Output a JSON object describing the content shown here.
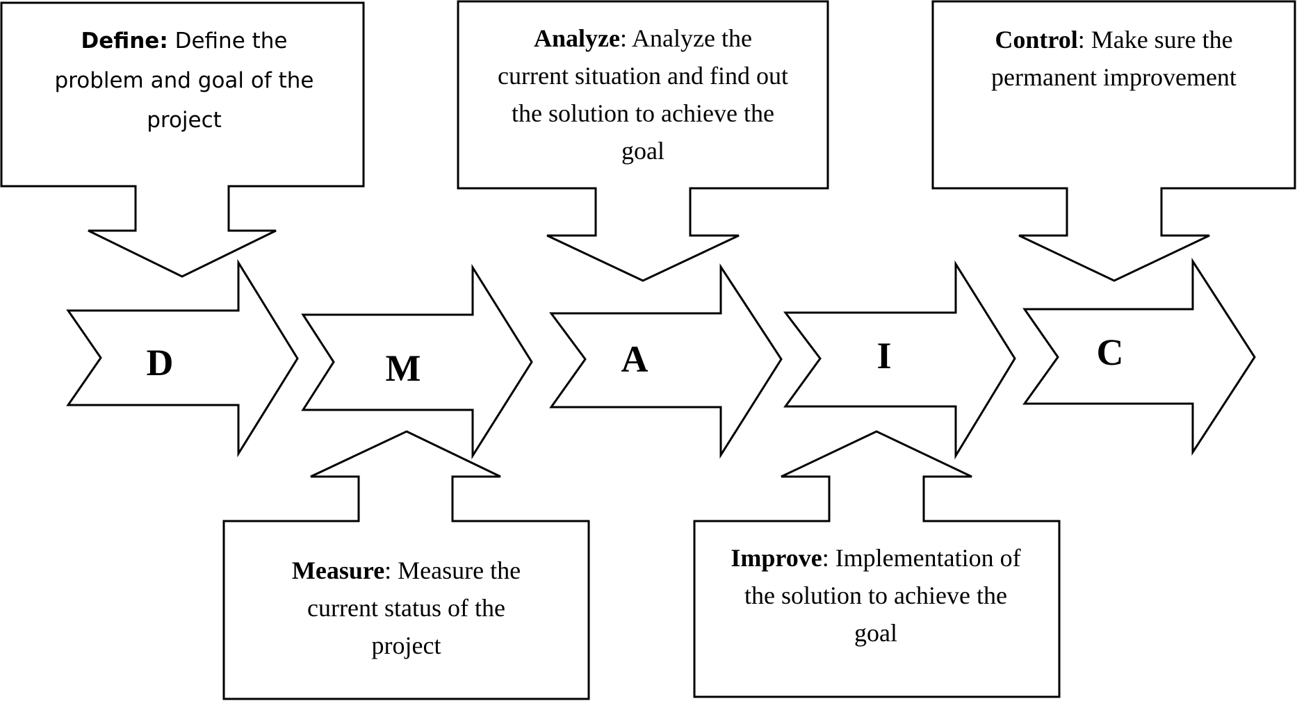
{
  "phases": [
    {
      "letter": "D"
    },
    {
      "letter": "M"
    },
    {
      "letter": "A"
    },
    {
      "letter": "I"
    },
    {
      "letter": "C"
    }
  ],
  "callouts": {
    "define": {
      "term": "Define:",
      "text": " Define the problem and goal of the project"
    },
    "measure": {
      "term": "Measure",
      "text": ": Measure the current status of the project"
    },
    "analyze": {
      "term": "Analyze",
      "text": ": Analyze the current situation and find out the solution to achieve the goal"
    },
    "improve": {
      "term": "Improve",
      "text": ": Implementation of the solution to achieve the goal"
    },
    "control": {
      "term": "Control",
      "text": ": Make sure the permanent improvement"
    }
  }
}
